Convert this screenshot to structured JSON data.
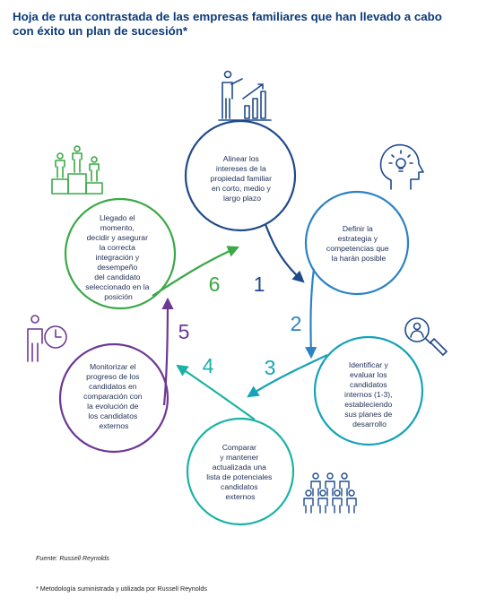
{
  "title": "Hoja de ruta contrastada de las empresas familiares que han llevado a cabo con éxito un plan de sucesión*",
  "colors": {
    "title": "#0d3a7a",
    "navy": "#1e4a8c",
    "blue": "#2b82c6",
    "teal": "#15a3b7",
    "mint": "#19b2a4",
    "purple": "#6f3795",
    "green": "#3aa946",
    "icon": "#1e4a8c"
  },
  "steps": [
    {
      "number": "1",
      "lines": [
        "Alinear los",
        "intereses de la",
        "propiedad familiar",
        "en corto, medio y",
        "largo plazo"
      ],
      "icon": "presenter-chart-icon"
    },
    {
      "number": "2",
      "lines": [
        "Definir la",
        "estrategia y",
        "competencias que",
        "la harán posible"
      ],
      "icon": "head-lightbulb-icon"
    },
    {
      "number": "3",
      "lines": [
        "Identificar y",
        "evaluar los",
        "candidatos",
        "internos (1-3),",
        "estableciendo",
        "sus planes de",
        "desarrollo"
      ],
      "icon": "magnifier-person-icon"
    },
    {
      "number": "4",
      "lines": [
        "Comparar",
        "y mantener",
        "actualizada una",
        "lista de potenciales",
        "candidatos",
        "externos"
      ],
      "icon": "people-group-icon"
    },
    {
      "number": "5",
      "lines": [
        "Monitorizar el",
        "progreso de los",
        "candidatos en",
        "comparación con",
        "la evolución de",
        "los candidatos",
        "externos"
      ],
      "icon": "person-clock-icon"
    },
    {
      "number": "6",
      "lines": [
        "Llegado el",
        "momento,",
        "decidir y asegurar",
        "la correcta",
        "integración y",
        "desempeño",
        "del candidato",
        "seleccionado en la",
        "posición"
      ],
      "icon": "podium-people-icon"
    }
  ],
  "source": "Fuente: Russell Reynolds",
  "footnote": "*  Metodología suministrada y utilizada por Russell Reynolds"
}
